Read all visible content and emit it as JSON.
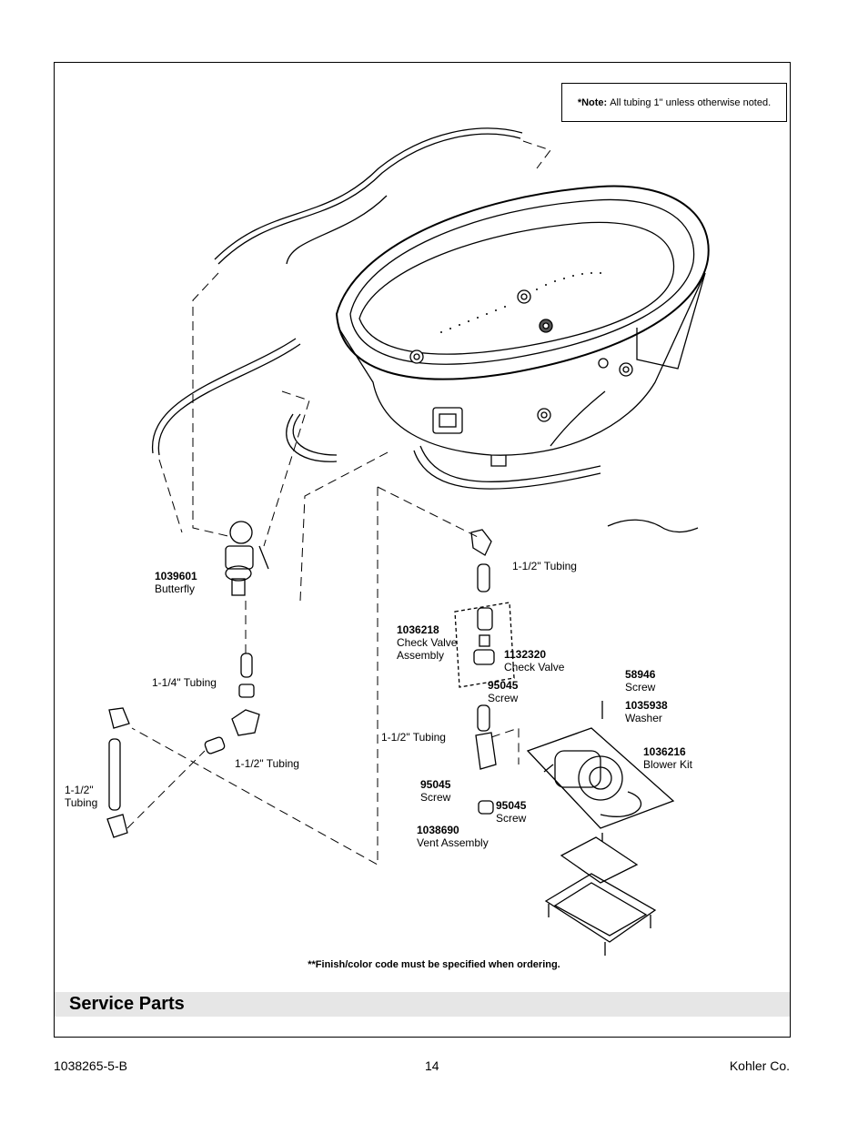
{
  "note": {
    "label": "*Note:",
    "text": "All tubing 1\" unless otherwise noted."
  },
  "parts": {
    "butterfly": {
      "num": "1039601",
      "name": "Butterfly"
    },
    "tubing_125": {
      "name": "1-1/4\" Tubing"
    },
    "tubing_15_mid": {
      "name": "1-1/2\" Tubing"
    },
    "tubing_15_left": {
      "name1": "1-1/2\"",
      "name2": "Tubing"
    },
    "tubing_15_top": {
      "name": "1-1/2\" Tubing"
    },
    "check_valve_assembly": {
      "num": "1036218",
      "name1": "Check Valve",
      "name2": "Assembly"
    },
    "check_valve": {
      "num": "1132320",
      "name": "Check Valve"
    },
    "screw_upper": {
      "num": "95045",
      "name": "Screw"
    },
    "tubing_15_right": {
      "name": "1-1/2\" Tubing"
    },
    "screw_lower_left": {
      "num": "95045",
      "name": "Screw"
    },
    "vent_assembly": {
      "num": "1038690",
      "name": "Vent Assembly"
    },
    "screw_lower_right": {
      "num": "95045",
      "name": "Screw"
    },
    "screw_58946": {
      "num": "58946",
      "name": "Screw"
    },
    "washer": {
      "num": "1035938",
      "name": "Washer"
    },
    "blower_kit": {
      "num": "1036216",
      "name": "Blower Kit"
    }
  },
  "finish_note": "**Finish/color code must be specified when ordering.",
  "section_title": "Service Parts",
  "footer": {
    "doc_number": "1038265-5-B",
    "page": "14",
    "company": "Kohler Co."
  }
}
